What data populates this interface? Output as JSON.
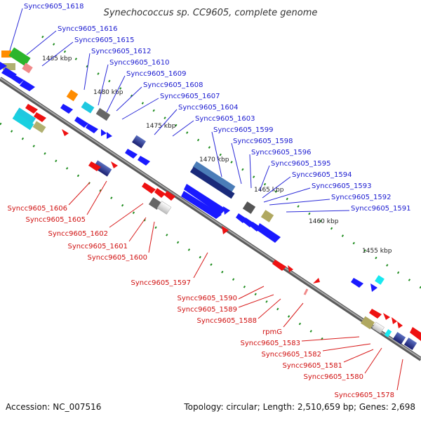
{
  "title": "Synechococcus sp. CC9605, complete genome",
  "footer": {
    "accession": "Accession: NC_007516",
    "topology": "Topology: circular; Length: 2,510,659 bp; Genes: 2,698"
  },
  "colors": {
    "backbone": "#8a8a8a",
    "forward_label": "#1a1ad0",
    "reverse_label": "#d01010",
    "tick_dot": "#1e8c1e"
  },
  "scale_labels": [
    "1485 kbp",
    "1480 kbp",
    "1475 kbp",
    "1470 kbp",
    "1465 kbp",
    "1460 kbp",
    "1455 kbp"
  ],
  "forward_genes": [
    "Syncc9605_1618",
    "Syncc9605_1616",
    "Syncc9605_1615",
    "Syncc9605_1612",
    "Syncc9605_1610",
    "Syncc9605_1609",
    "Syncc9605_1608",
    "Syncc9605_1607",
    "Syncc9605_1604",
    "Syncc9605_1603",
    "Syncc9605_1599",
    "Syncc9605_1598",
    "Syncc9605_1596",
    "Syncc9605_1595",
    "Syncc9605_1594",
    "Syncc9605_1593",
    "Syncc9605_1592",
    "Syncc9605_1591"
  ],
  "reverse_genes": [
    "Syncc9605_1606",
    "Syncc9605_1605",
    "Syncc9605_1602",
    "Syncc9605_1601",
    "Syncc9605_1600",
    "Syncc9605_1597",
    "Syncc9605_1590",
    "Syncc9605_1589",
    "Syncc9605_1588",
    "rpmG",
    "Syncc9605_1583",
    "Syncc9605_1582",
    "Syncc9605_1581",
    "Syncc9605_1580",
    "Syncc9605_1578"
  ]
}
